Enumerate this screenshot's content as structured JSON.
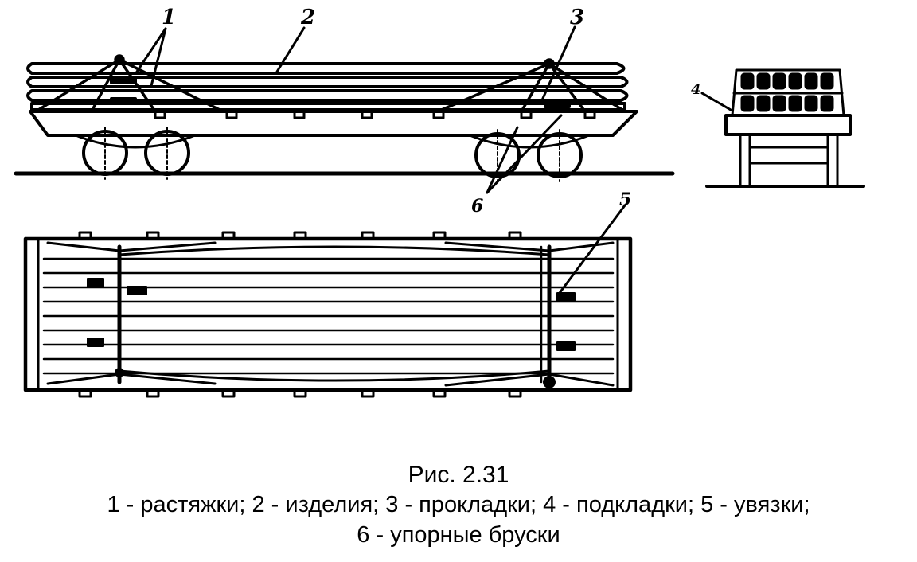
{
  "figure": {
    "callouts": {
      "c1": "1",
      "c2": "2",
      "c3": "3",
      "c4": "4",
      "c5": "5",
      "c6": "6"
    }
  },
  "caption": {
    "title": "Рис. 2.31",
    "line1": "1 - растяжки; 2 - изделия; 3 - прокладки; 4 - подкладки; 5 - увязки;",
    "line2": "6 - упорные бруски"
  }
}
